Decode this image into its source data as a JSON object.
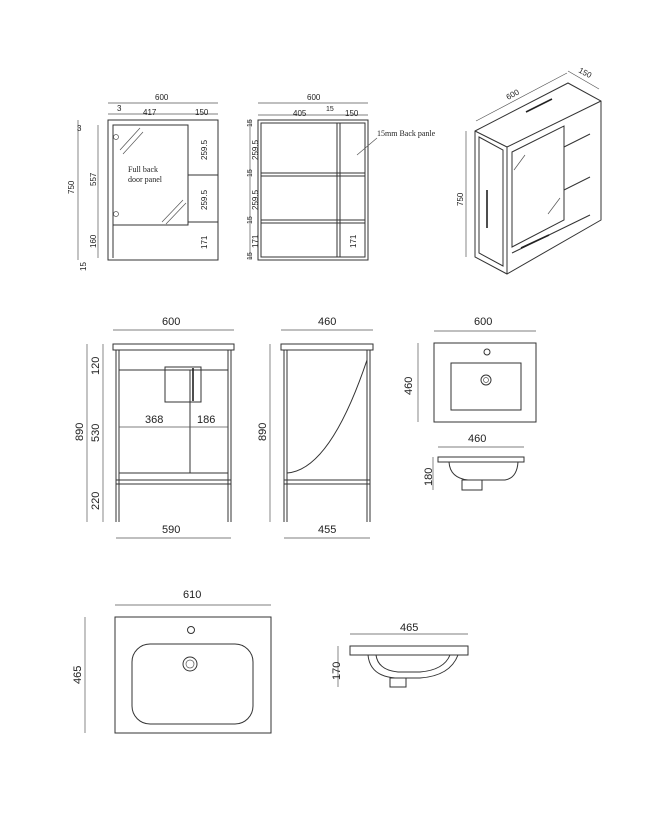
{
  "mirror_cabinet": {
    "front": {
      "overall_width": "600",
      "offset_top": "3",
      "door_width": "417",
      "shelf_width": "150",
      "overall_height": "750",
      "door_height": "557",
      "bottom_gap": "160",
      "bottom_board": "15",
      "top_gap": "3",
      "shelf_h1": "259.5",
      "shelf_h2": "259.5",
      "shelf_h3": "171",
      "note_line1": "Full back",
      "note_line2": "door panel"
    },
    "back": {
      "overall_width": "600",
      "board_width": "15",
      "left_width": "405",
      "right_width": "150",
      "top_board": "15",
      "h1": "259.5",
      "mid_board_1": "15",
      "h2": "259.5",
      "mid_board_2": "15",
      "h3_left": "171",
      "h3_right": "171",
      "bottom_board": "15",
      "note": "15mm Back panle"
    },
    "iso": {
      "width": "600",
      "depth": "150",
      "height": "750"
    }
  },
  "vanity": {
    "front": {
      "top_width": "600",
      "bottom_width": "590",
      "overall_height": "890",
      "h_top": "120",
      "h_mid": "530",
      "h_bottom": "220",
      "left_compartment": "368",
      "right_compartment": "186"
    },
    "side": {
      "top_depth": "460",
      "bottom_depth": "455",
      "overall_height": "890"
    },
    "basin_plan": {
      "width": "600",
      "depth": "460"
    },
    "basin_section": {
      "width": "460",
      "height": "180"
    }
  },
  "large_basin": {
    "plan": {
      "width": "610",
      "depth": "465"
    },
    "section": {
      "width": "465",
      "height": "170"
    }
  }
}
